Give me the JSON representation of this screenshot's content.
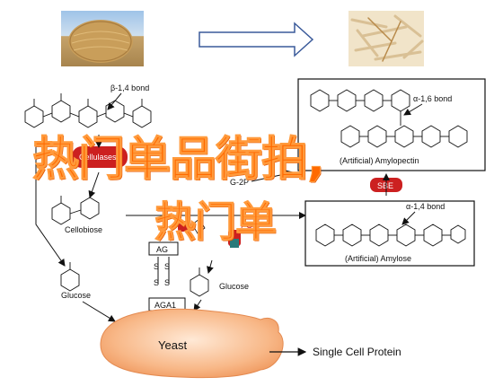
{
  "labels": {
    "beta_bond": "β-1,4 bond",
    "alpha16_bond": "α-1,6 bond",
    "alpha14_bond": "α-1,4 bond",
    "cellulases": "Cellulases",
    "cellobiose": "Cellobiose",
    "glucose_left": "Glucose",
    "glucose_mid": "Glucose",
    "g_2p": "G-2P",
    "amylopectin": "(Artificial) Amylopectin",
    "amylose": "(Artificial) Amylose",
    "sbe": "SBE",
    "pgp": "PGP",
    "ac": "AG",
    "aga1": "AGA1",
    "yeast": "Yeast",
    "single_cell_protein": "Single Cell Protein"
  },
  "overlay": {
    "line1": "热门单品街拍,",
    "line2": "热门单"
  },
  "colors": {
    "overlay": "#ff6a00",
    "yeast_center": "#ffe3cc",
    "yeast_edge": "#f4a06a",
    "highlight_box": "#cc2020",
    "arrow_outline": "#3a5a9a"
  }
}
